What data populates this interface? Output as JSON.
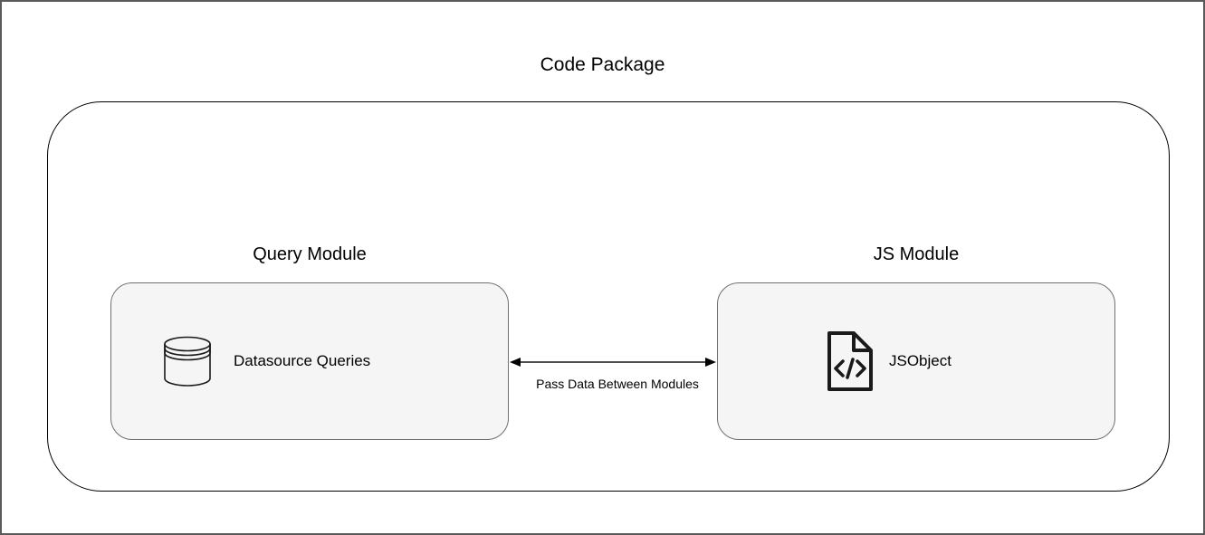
{
  "diagram": {
    "title": "Code Package",
    "modules": [
      {
        "label": "Query Module",
        "item": "Datasource Queries",
        "icon": "database-icon"
      },
      {
        "label": "JS Module",
        "item": "JSObject",
        "icon": "code-file-icon"
      }
    ],
    "connector": {
      "label": "Pass Data Between Modules",
      "type": "bidirectional-arrow"
    },
    "colors": {
      "frame_border": "#5a5a5a",
      "package_border": "#000000",
      "module_fill": "#f5f5f5",
      "module_border": "#707070",
      "arrow_line": "#4d4d4d",
      "arrow_head": "#000000",
      "text": "#000000"
    }
  }
}
